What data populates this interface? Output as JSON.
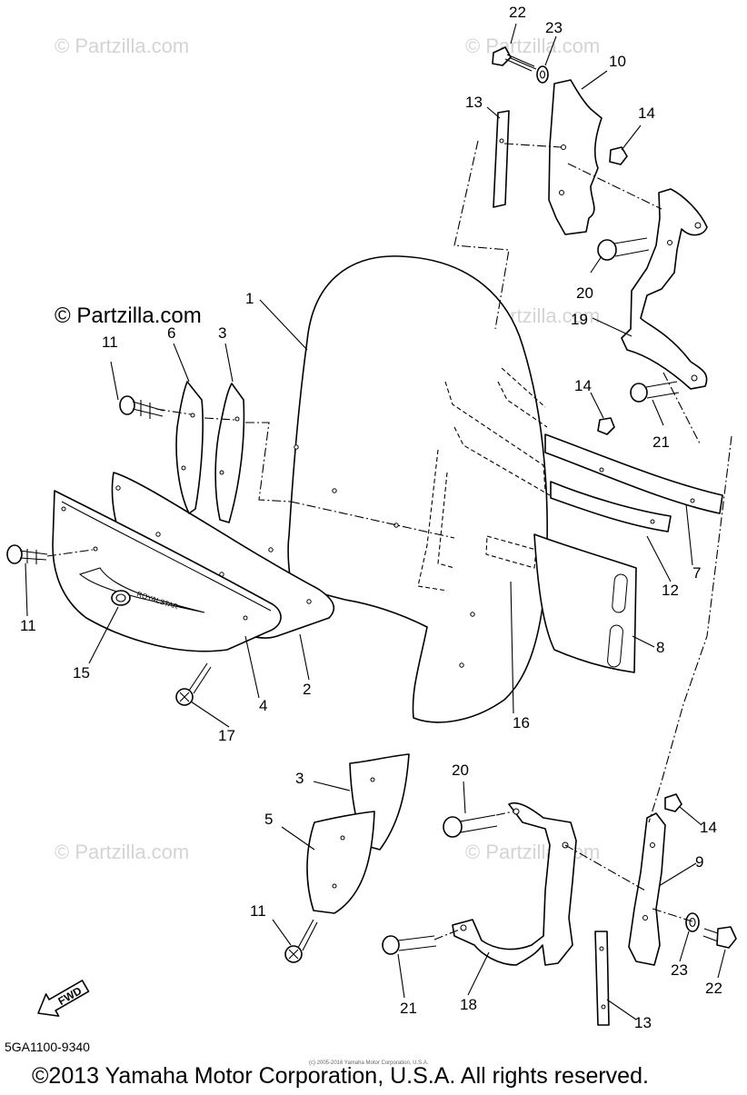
{
  "watermark": {
    "text": "© Partzilla.com"
  },
  "brand_mark": {
    "text": "© Partzilla.com"
  },
  "diagram_code": "5GA1100-9340",
  "copyright": "©2013 Yamaha Motor Corporation, U.S.A. All rights reserved.",
  "small_notice": "(c) 2005-2016 Yamaha Motor Corporation, U.S.A.",
  "fwd_label": "FWD",
  "emblem_text": "ROYALSTAR",
  "callouts": {
    "c1": "1",
    "c2": "2",
    "c3a": "3",
    "c3b": "3",
    "c4": "4",
    "c5": "5",
    "c6": "6",
    "c7": "7",
    "c8": "8",
    "c9": "9",
    "c10": "10",
    "c11a": "11",
    "c11b": "11",
    "c11c": "11",
    "c12": "12",
    "c13a": "13",
    "c13b": "13",
    "c14a": "14",
    "c14b": "14",
    "c14c": "14",
    "c15": "15",
    "c16": "16",
    "c17": "17",
    "c18": "18",
    "c19": "19",
    "c20a": "20",
    "c20b": "20",
    "c21a": "21",
    "c21b": "21",
    "c22a": "22",
    "c22b": "22",
    "c23a": "23",
    "c23b": "23"
  }
}
